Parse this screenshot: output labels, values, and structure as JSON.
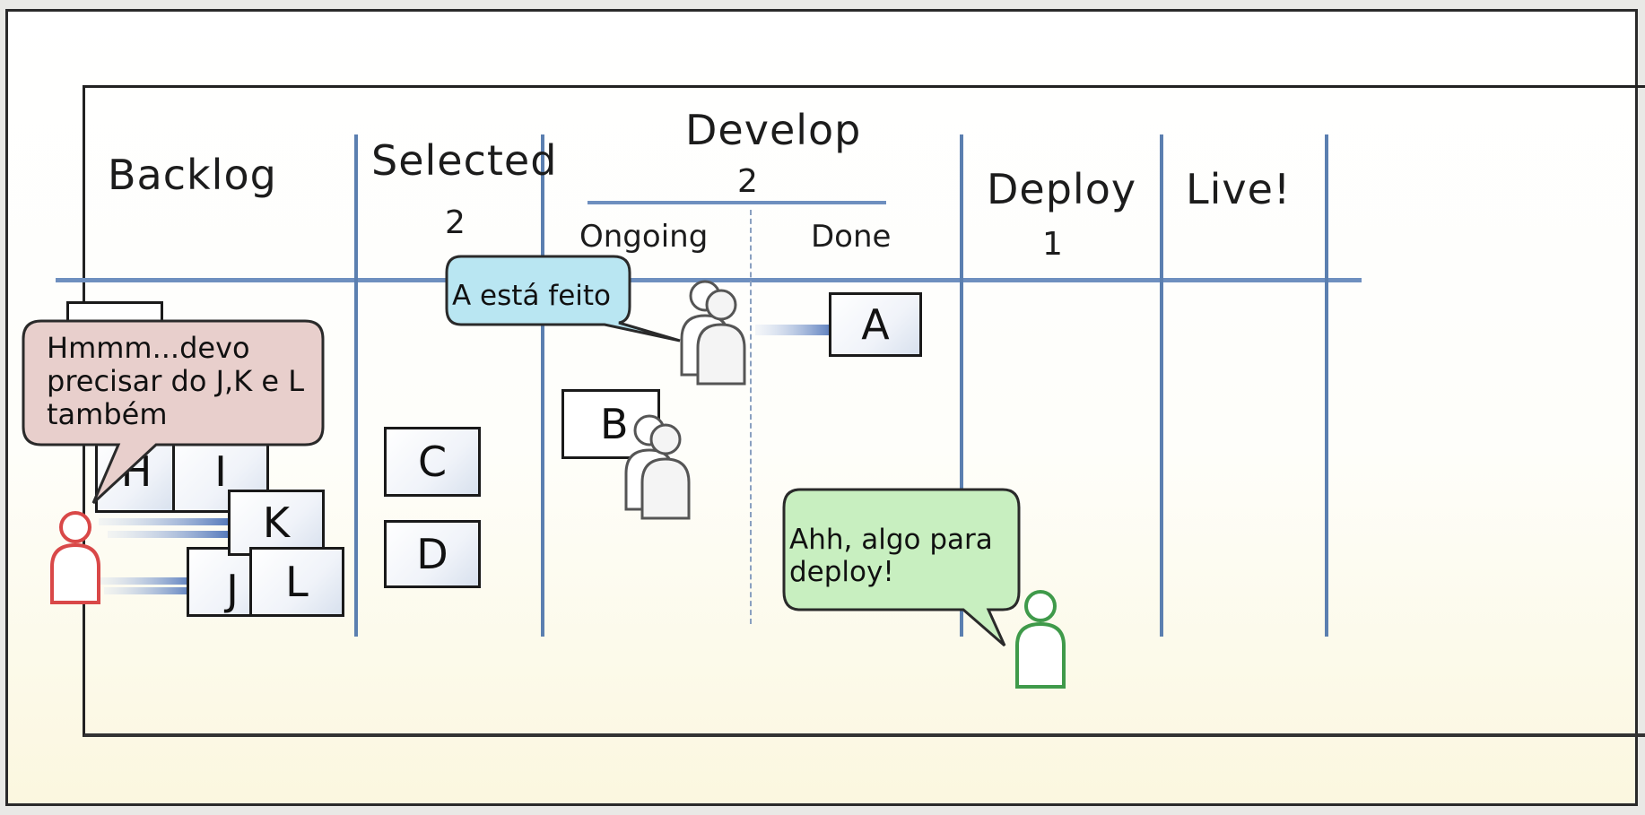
{
  "columns": {
    "backlog": "Backlog",
    "selected": "Selected",
    "selected_wip": "2",
    "develop": "Develop",
    "develop_wip": "2",
    "ongoing": "Ongoing",
    "done": "Done",
    "deploy": "Deploy",
    "deploy_wip": "1",
    "live": "Live!"
  },
  "cards": {
    "a": "A",
    "b": "B",
    "c": "C",
    "d": "D",
    "h": "H",
    "i": "I",
    "j": "J",
    "k": "K",
    "l": "L"
  },
  "speech": {
    "backlog_person": "Hmmm...devo precisar do J,K e L também",
    "developer": "A está feito",
    "deployer": "Ahh, algo para deploy!"
  },
  "colors": {
    "lane_line": "#5b7fb0",
    "bubble_pink": "#e8cfcc",
    "bubble_blue": "#b9e6f2",
    "bubble_green": "#c8efc0",
    "person_red": "#d94848",
    "person_green": "#3f9a4a",
    "person_gray": "#555555"
  }
}
